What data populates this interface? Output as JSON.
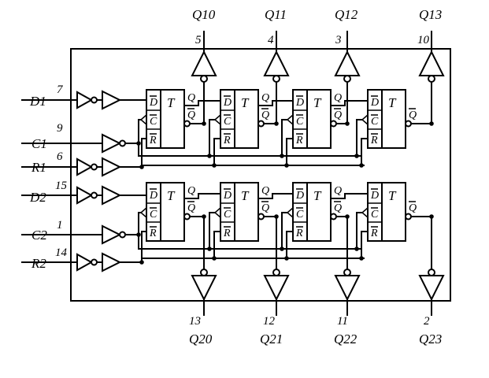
{
  "inputs": [
    {
      "name": "D1",
      "pin": "7"
    },
    {
      "name": "C1",
      "pin": "9"
    },
    {
      "name": "R1",
      "pin": "6"
    },
    {
      "name": "D2",
      "pin": "15"
    },
    {
      "name": "C2",
      "pin": "1"
    },
    {
      "name": "R2",
      "pin": "14"
    }
  ],
  "outputs_top": [
    {
      "name": "Q10",
      "pin": "5"
    },
    {
      "name": "Q11",
      "pin": "4"
    },
    {
      "name": "Q12",
      "pin": "3"
    },
    {
      "name": "Q13",
      "pin": "10"
    }
  ],
  "outputs_bottom": [
    {
      "name": "Q20",
      "pin": "13"
    },
    {
      "name": "Q21",
      "pin": "12"
    },
    {
      "name": "Q22",
      "pin": "11"
    },
    {
      "name": "Q23",
      "pin": "2"
    }
  ],
  "flipflop": {
    "type_label": "T",
    "d_pin": "D",
    "c_pin": "C",
    "r_pin": "R",
    "q_label": "Q"
  }
}
